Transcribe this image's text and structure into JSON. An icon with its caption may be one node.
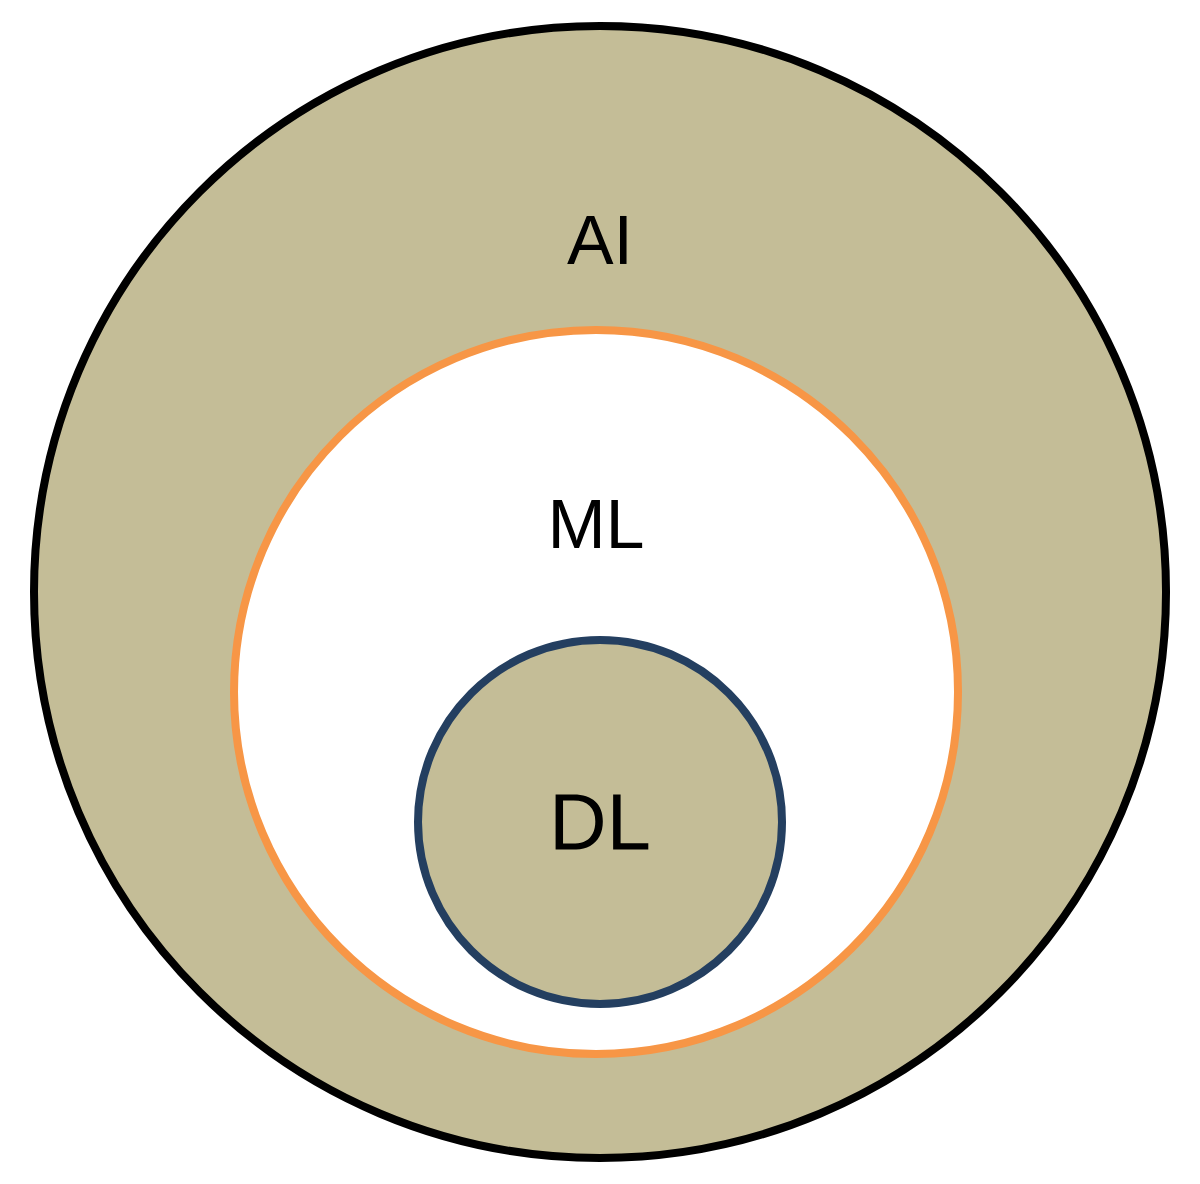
{
  "diagram": {
    "nodes": [
      {
        "text": [
          "AI"
        ]
      },
      {
        "text": [
          "ML"
        ],
        "in": 0
      },
      {
        "text": [
          "DL"
        ],
        "in": 1
      }
    ]
  }
}
